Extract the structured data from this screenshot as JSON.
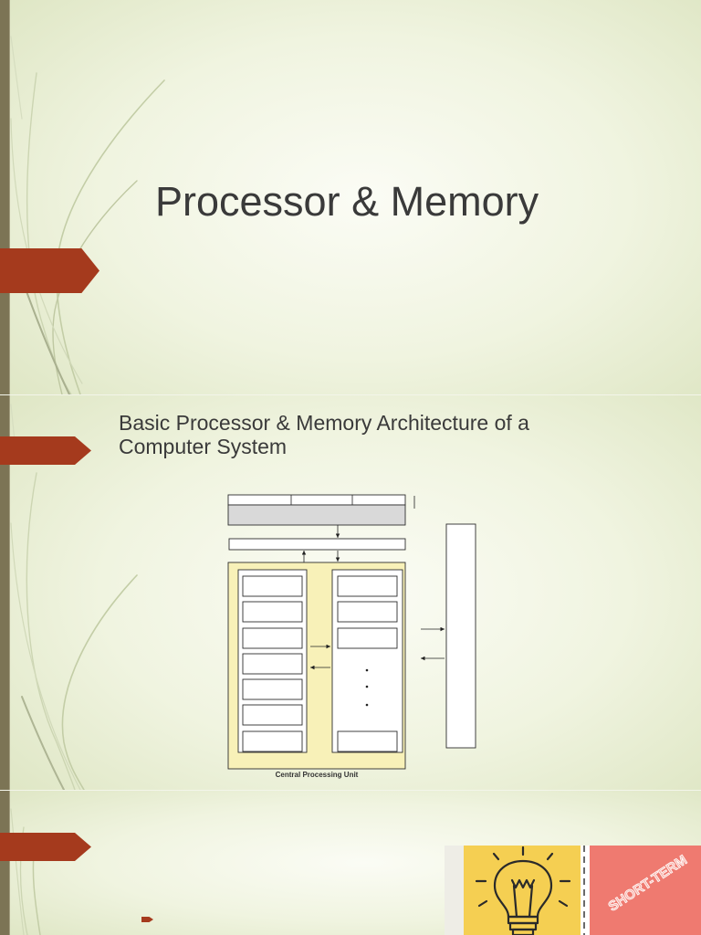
{
  "document": {
    "slides": [
      {
        "title": "Processor & Memory"
      },
      {
        "title": "Basic Processor & Memory Architecture of a Computer System",
        "diagram": {
          "caption": "Central Processing Unit"
        }
      },
      {
        "image": {
          "note_text": "SHORT-TERM"
        }
      }
    ]
  },
  "colors": {
    "left_bar": "#7c7455",
    "accent_tab": "#a53a1d",
    "title_text": "#3a3a3a",
    "cpu_fill": "#f8f1b8",
    "register_gray": "#d9d9d9",
    "sticky_yellow": "#f5cf52",
    "sticky_coral": "#ef7a70"
  },
  "icons": {
    "slide_tab": "arrow-tab-icon",
    "bullet": "bullet-arrow-icon",
    "picture": "lightbulb-icon"
  }
}
